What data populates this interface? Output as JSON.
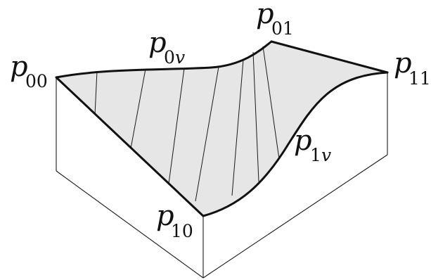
{
  "figure": {
    "labels": {
      "p00": {
        "base": "p",
        "sub": "00"
      },
      "p0v": {
        "base": "p",
        "sub_num": "0",
        "sub_var": "v"
      },
      "p01": {
        "base": "p",
        "sub": "01"
      },
      "p11": {
        "base": "p",
        "sub": "11"
      },
      "p1v": {
        "base": "p",
        "sub_num": "1",
        "sub_var": "v"
      },
      "p10": {
        "base": "p",
        "sub": "10"
      }
    },
    "colors": {
      "surface_fill": "#e6e6e6",
      "stroke": "#111111",
      "background": "#ffffff"
    },
    "ruling_line_count": 7
  }
}
